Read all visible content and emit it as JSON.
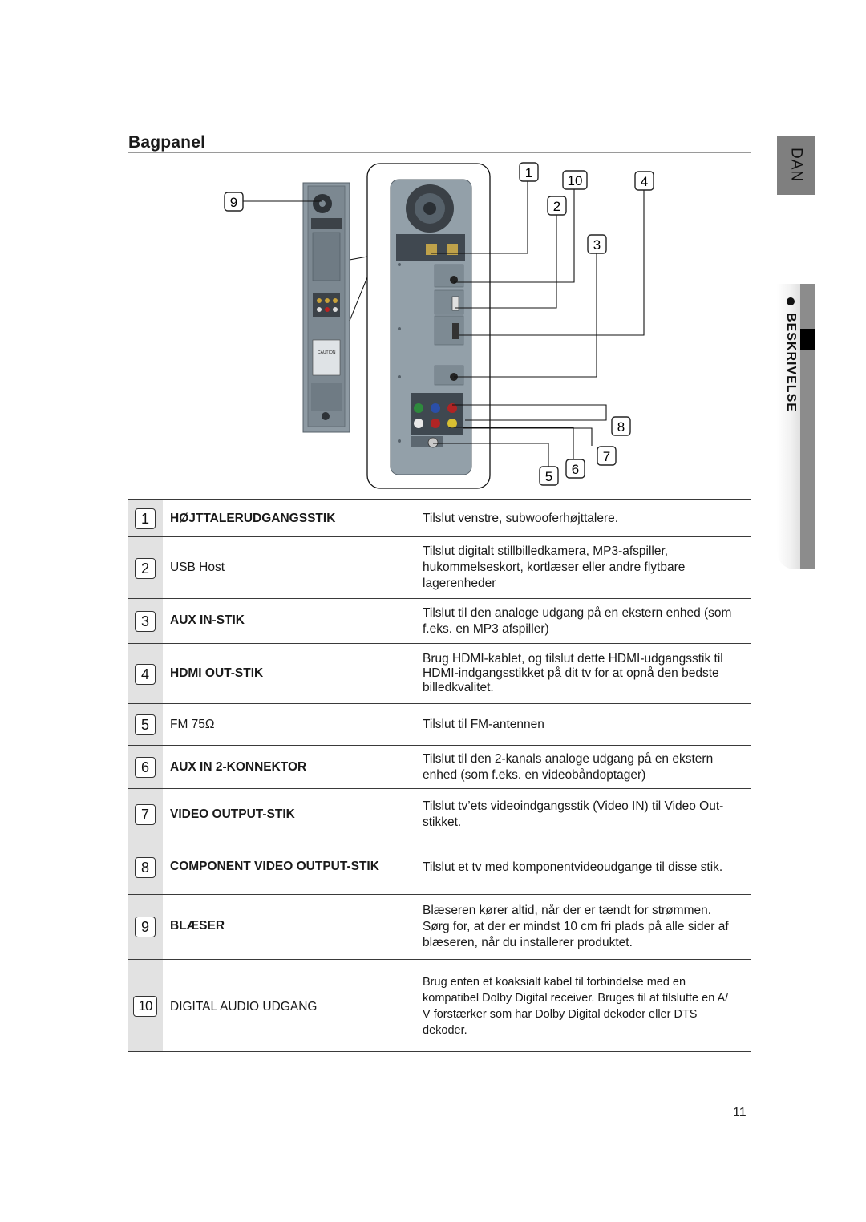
{
  "page": {
    "title": "Bagpanel",
    "page_number": "11",
    "side_tab_language": "DAN",
    "side_tab_section": "BESKRIVELSE"
  },
  "diagram": {
    "callout_numbers": [
      "1",
      "2",
      "3",
      "4",
      "5",
      "6",
      "7",
      "8",
      "9",
      "10"
    ],
    "panel_label_texts": [
      "CAUTION"
    ]
  },
  "table": {
    "rows": [
      {
        "num": "1",
        "name": "HØJTTALERUDGANGSSTIK",
        "desc": "Tilslut venstre, subwooferhøjttalere."
      },
      {
        "num": "2",
        "name": "USB Host",
        "desc": "Tilslut digitalt stillbilledkamera, MP3-afspiller,\nhukommelseskort, kortlæser eller andre flytbare\nlagerenheder"
      },
      {
        "num": "3",
        "name": "AUX IN-STIK",
        "desc": "Tilslut til den analoge udgang på en ekstern enhed (som\nf.eks. en MP3 afspiller)"
      },
      {
        "num": "4",
        "name": "HDMI OUT-STIK",
        "desc": "Brug HDMI-kablet, og tilslut dette HDMI-udgangsstik til\nHDMI-indgangsstikket på dit tv for at opnå den bedste\nbilledkvalitet."
      },
      {
        "num": "5",
        "name": "FM 75Ω",
        "desc": "Tilslut til FM-antennen"
      },
      {
        "num": "6",
        "name": "AUX IN 2-KONNEKTOR",
        "desc": "Tilslut til den 2-kanals analoge udgang på en ekstern\nenhed (som f.eks. en videobåndoptager)"
      },
      {
        "num": "7",
        "name": "VIDEO OUTPUT-STIK",
        "desc": "Tilslut tv’ets videoindgangsstik (Video IN) til Video Out-\nstikket."
      },
      {
        "num": "8",
        "name": "COMPONENT VIDEO OUTPUT-STIK",
        "desc": "Tilslut et tv med komponentvideoudgange til disse stik."
      },
      {
        "num": "9",
        "name": "BLÆSER",
        "desc": "Blæseren kører altid, når der er tændt for strømmen.\nSørg for, at der er mindst 10 cm fri plads på alle sider af\nblæseren, når du installerer produktet."
      },
      {
        "num": "10",
        "name": "DIGITAL AUDIO UDGANG",
        "desc": "Brug enten et koaksialt kabel til forbindelse med en\nkompatibel Dolby Digital receiver. Bruges til at tilslutte en A/\nV forstærker som har Dolby Digital dekoder eller DTS\ndekoder."
      }
    ]
  }
}
